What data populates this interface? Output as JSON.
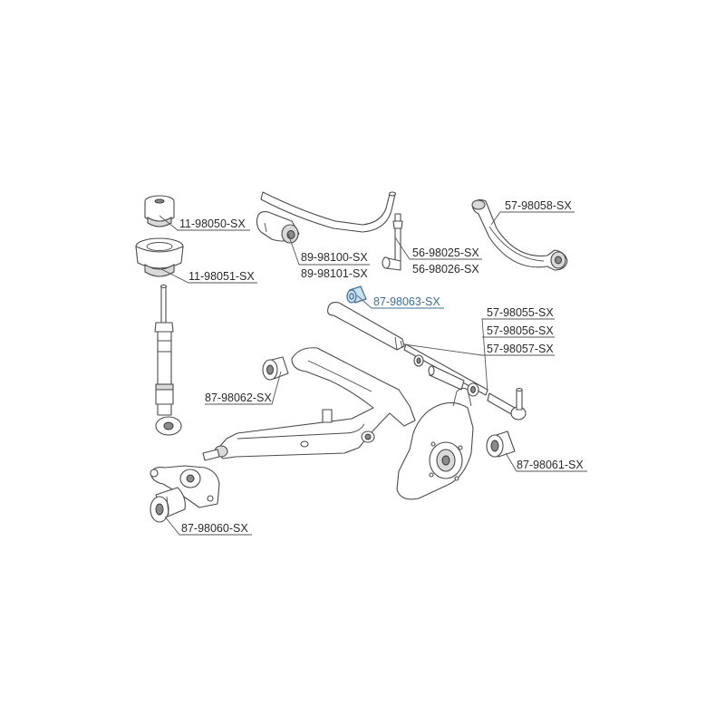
{
  "diagram": {
    "highlight_color": "#3b6e96",
    "labels": {
      "l_11_98050": "11-98050-SX",
      "l_11_98051": "11-98051-SX",
      "l_89_98100": "89-98100-SX",
      "l_89_98101": "89-98101-SX",
      "l_56_98025": "56-98025-SX",
      "l_56_98026": "56-98026-SX",
      "l_57_98058": "57-98058-SX",
      "l_87_98063": "87-98063-SX",
      "l_57_98055": "57-98055-SX",
      "l_57_98056": "57-98056-SX",
      "l_57_98057": "57-98057-SX",
      "l_87_98062": "87-98062-SX",
      "l_87_98061": "87-98061-SX",
      "l_87_98060": "87-98060-SX"
    }
  }
}
